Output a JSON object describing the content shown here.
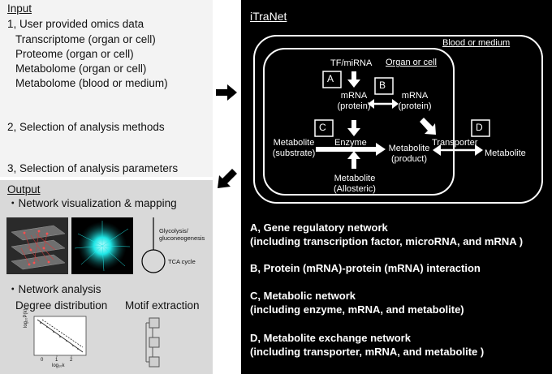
{
  "input": {
    "heading": "Input",
    "step1": "1, User provided omics data",
    "omics": [
      "Transcriptome (organ or cell)",
      "Proteome (organ or cell)",
      "Metabolome (organ or cell)",
      "Metabolome (blood or medium)"
    ],
    "step2": "2, Selection of analysis methods",
    "step3": "3, Selection of analysis parameters"
  },
  "output": {
    "heading": "Output",
    "visualization": "・Network visualization & mapping",
    "glycolysis": "Glycolysis/\ngluconeogenesis",
    "tca": "TCA cycle",
    "analysis": "・Network analysis",
    "degree": "Degree distribution",
    "motif": "Motif extraction",
    "axis_y": "log₁₀P(k)",
    "axis_x": "log₁₀k",
    "ticks_x": [
      "0",
      "1",
      "2"
    ]
  },
  "itranet": {
    "title": "iTraNet",
    "blood": "Blood or medium",
    "organ": "Organ or cell",
    "tf": "TF/miRNA",
    "mrna_protein": "mRNA\n(protein)",
    "mrna_protein_b": "mRNA\n(protein)",
    "enzyme": "Enzyme",
    "substrate": "Metabolite\n(substrate)",
    "product": "Metabolite\n(product)",
    "allosteric": "Metabolite\n(Allosteric)",
    "transporter": "Transporter",
    "metabolite_out": "Metabolite",
    "box_labels": [
      "A",
      "B",
      "C",
      "D"
    ],
    "descriptions": [
      {
        "line1": "A, Gene regulatory network",
        "line2": "(including transcription factor, microRNA, and mRNA )"
      },
      {
        "line1": "B, Protein (mRNA)-protein (mRNA) interaction",
        "line2": ""
      },
      {
        "line1": "C, Metabolic network",
        "line2": "(including enzyme, mRNA, and metabolite)"
      },
      {
        "line1": "D, Metabolite exchange network",
        "line2": "(including transporter, mRNA, and metabolite )"
      }
    ]
  },
  "colors": {
    "input_bg": "#f3f3f3",
    "output_bg": "#d9d9d9",
    "network_bg": "#000000",
    "cyan": "#1fe6e6",
    "red": "#d83a3a"
  }
}
